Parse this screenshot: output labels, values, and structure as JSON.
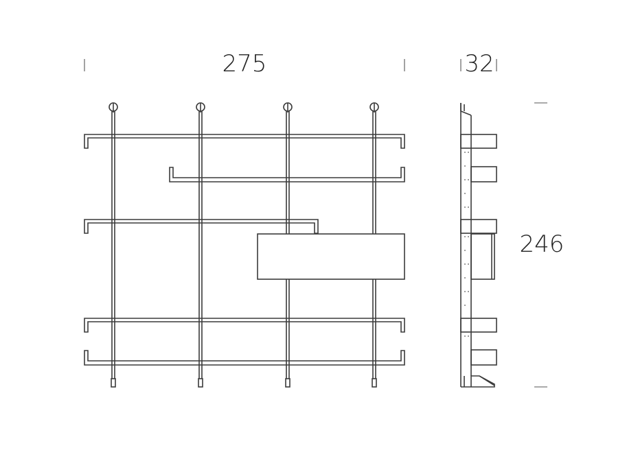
{
  "dimensions": {
    "width": "275",
    "depth": "32",
    "height": "246"
  },
  "views": {
    "front": "shelving-front-elevation",
    "side": "shelving-side-elevation"
  }
}
